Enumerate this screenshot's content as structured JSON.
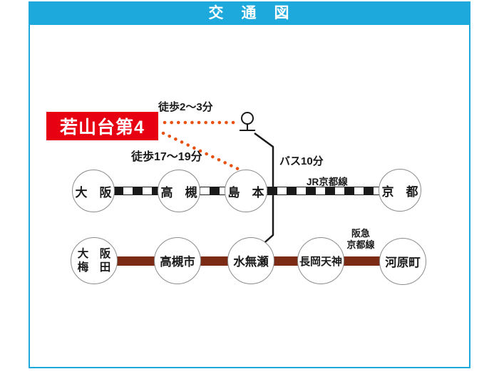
{
  "title": "交　通　図",
  "property": {
    "name": "若山台第4"
  },
  "routes": {
    "walk_short": {
      "label": "徒歩2〜3分"
    },
    "walk_long": {
      "label": "徒歩17〜19分"
    },
    "bus": {
      "label": "バス10分"
    }
  },
  "jr_line": {
    "label": "JR京都線",
    "stations": [
      {
        "name": "大　阪"
      },
      {
        "name": "高　槻"
      },
      {
        "name": "島　本"
      },
      {
        "name": "京　都"
      }
    ]
  },
  "hankyu_line": {
    "label_line1": "阪急",
    "label_line2": "京都線",
    "stations": [
      {
        "name_line1": "大　阪",
        "name_line2": "梅　田"
      },
      {
        "name": "高槻市"
      },
      {
        "name": "水無瀬"
      },
      {
        "name": "長岡天神"
      },
      {
        "name": "河原町"
      }
    ]
  },
  "icons": {
    "bus_stop": "bus-stop-sign-icon"
  },
  "colors": {
    "accent_blue": "#1ea9dc",
    "badge_red": "#e60012",
    "dot_orange": "#e8500e",
    "hankyu_brown": "#7b2b13",
    "line_black": "#1a1a1a",
    "circle_gray": "#8c8c8c"
  }
}
